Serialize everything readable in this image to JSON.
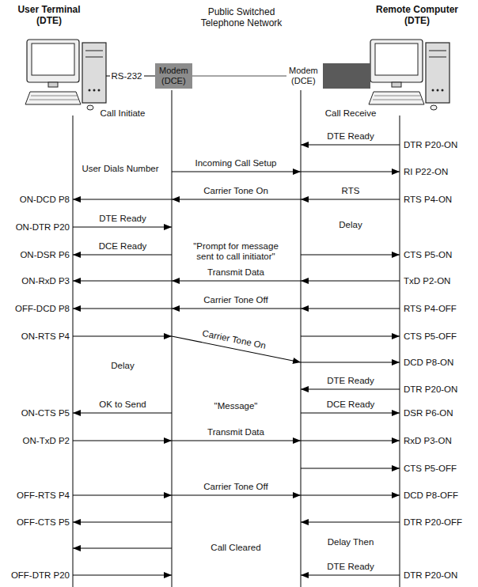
{
  "diagram": {
    "nodes": [
      {
        "text": [
          "Modem (DCE)"
        ]
      },
      {
        "text": [
          "Modem (DCE)"
        ]
      }
    ],
    "edges": [
      {
        "from": 0,
        "to": 1,
        "arrow": "none"
      }
    ],
    "labels": [
      "User Terminal (DTE)",
      "Public Switched Telephone Network",
      "Remote Computer (DTE)",
      "RS-232",
      "Call Initiate",
      "Call Receive",
      "DTE Ready",
      "DTR P20-ON",
      "User Dials Number",
      "Incoming Call Setup",
      "RI P22-ON",
      "ON-DCD P8",
      "Carrier Tone On",
      "RTS",
      "RTS P4-ON",
      "ON-DTR P20",
      "DTE Ready",
      "Delay",
      "ON-DSR P6",
      "DCE Ready",
      "\"Prompt for message sent to call initiator\"",
      "CTS P5-ON",
      "ON-RxD P3",
      "Transmit Data",
      "TxD P2-ON",
      "OFF-DCD P8",
      "Carrier Tone Off",
      "RTS P4-OFF",
      "ON-RTS P4",
      "Carrier Tone On",
      "CTS P5-OFF",
      "Delay",
      "DCD P8-ON",
      "DTE Ready",
      "DTR P20-ON",
      "OK to Send",
      "\"Message\"",
      "DCE Ready",
      "ON-CTS P5",
      "DSR P6-ON",
      "Transmit Data",
      "ON-TxD P2",
      "RxD P3-ON",
      "CTS P5-OFF",
      "Carrier Tone Off",
      "OFF-RTS P4",
      "DCD P8-OFF",
      "OFF-CTS P5",
      "DTR P20-OFF",
      "Call Cleared",
      "Delay Then",
      "DTE Ready",
      "OFF-DTR P20",
      "DTR P20-ON"
    ]
  }
}
